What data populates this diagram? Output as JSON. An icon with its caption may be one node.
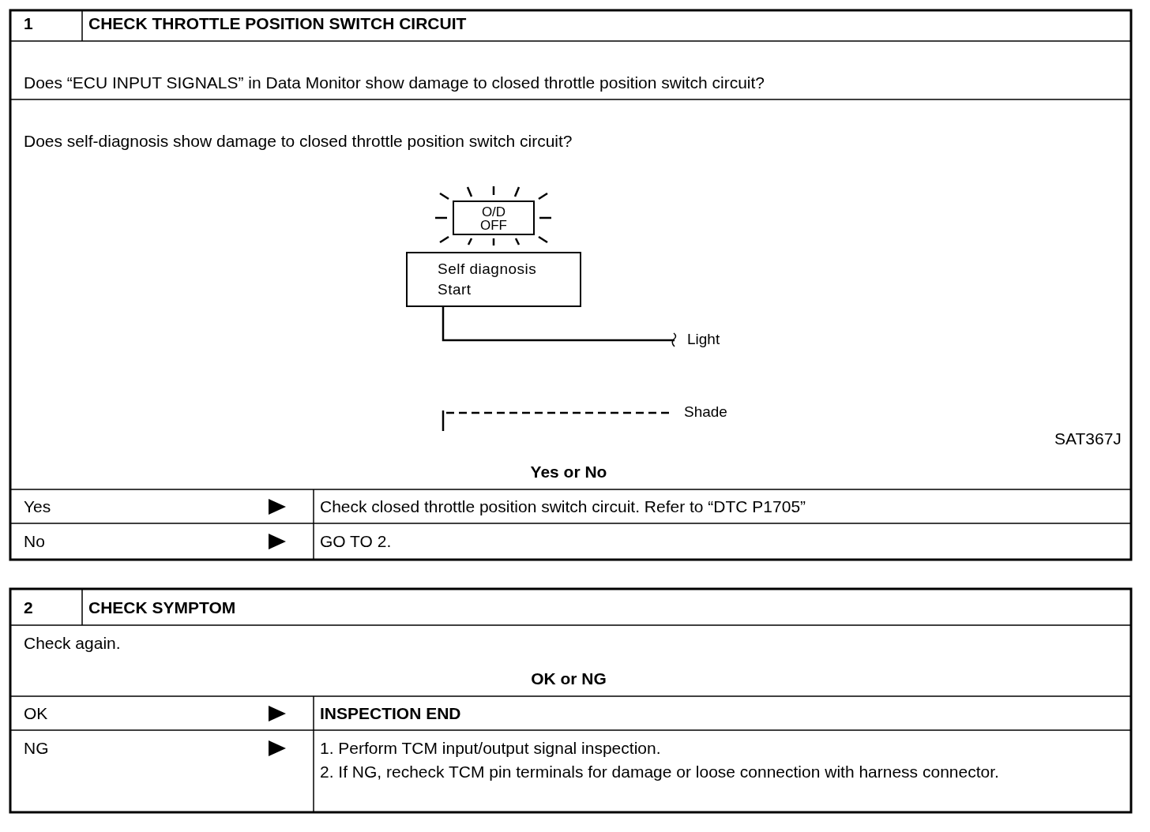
{
  "diagram": {
    "nodes": [
      {
        "text": [
          "O/D OFF"
        ]
      },
      {
        "text": [
          "Self diagnosis Start"
        ]
      },
      {
        "text": [
          "Light"
        ]
      },
      {
        "text": [
          "Shade"
        ]
      }
    ],
    "edges": [
      {
        "from": 1,
        "to": 2,
        "arrow": "none"
      },
      {
        "from": 1,
        "to": 3,
        "arrow": "none",
        "style": "dashed"
      }
    ],
    "labels": [
      "1",
      "CHECK THROTTLE POSITION SWITCH CIRCUIT",
      "Does “ECU INPUT SIGNALS” in Data Monitor show damage to closed throttle position switch circuit?",
      "Does self-diagnosis show damage to closed throttle position switch circuit?",
      "SAT367J",
      "Yes or No",
      "Yes",
      "Check closed throttle position switch circuit. Refer to “DTC P1705”",
      "No",
      "GO TO 2.",
      "2",
      "CHECK SYMPTOM",
      "Check again.",
      "OK or NG",
      "OK",
      "INSPECTION END",
      "NG",
      "1. Perform TCM input/output signal inspection.",
      "2. If NG, recheck TCM pin terminals for damage or loose connection with harness connector."
    ]
  }
}
